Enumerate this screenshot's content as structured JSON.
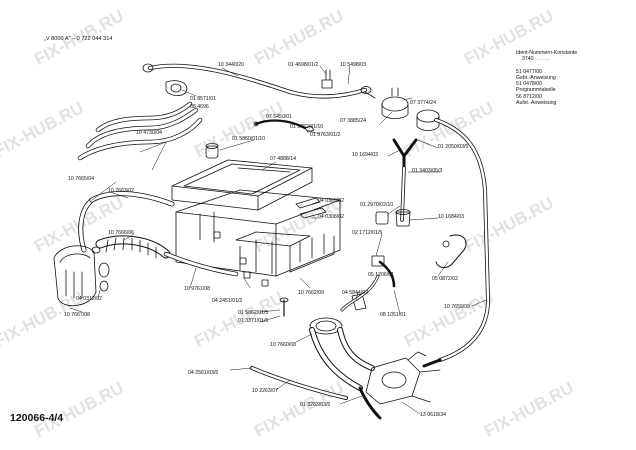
{
  "header": {
    "model": "„V 8000 A“ – 0 722 044 314"
  },
  "sidebar": {
    "title": "Ident-Nummern-Konstante",
    "code": "3740",
    "dots": ". . . . .",
    "items": [
      "51 0477/00",
      "Gebr.-Anweisung",
      "51 0478/00",
      "Programmtabelle",
      "56 8712/00",
      "Aufst.-Anweisung"
    ]
  },
  "reference": "120066-4/4",
  "watermark": "FIX-HUB.RU",
  "parts": [
    "10 3440/20",
    "01 4698/01/2",
    "10 5498/03",
    "01 8571/01",
    "08 4696",
    "07 3774/24",
    "07 5450/01",
    "01 9762/01/10",
    "01 9763/01/2",
    "07 3885/24",
    "10 4730/04",
    "01 5860/01/10",
    "10 1694/03",
    "01 2050/03/5",
    "01 3403/05/3",
    "07 4888/14",
    "10 7665/04",
    "10 7663/02",
    "04 0309/02",
    "01 2970/02/10",
    "10 1684/03",
    "04 0308/02",
    "10 7666/06",
    "02 1712/01/5",
    "10 9761/08",
    "04 0312/02",
    "05 1206/01",
    "05 0872/02",
    "04 2451/01/2",
    "10 7662/09",
    "04 5844/02",
    "08 1051/01",
    "10 7659/08",
    "10 7667/08",
    "01 5862/01/5",
    "01 3371/01/5",
    "10 7660/08",
    "04 2561/03/5",
    "10 2263/07",
    "01 3263/03/5",
    "13 0618/34"
  ]
}
